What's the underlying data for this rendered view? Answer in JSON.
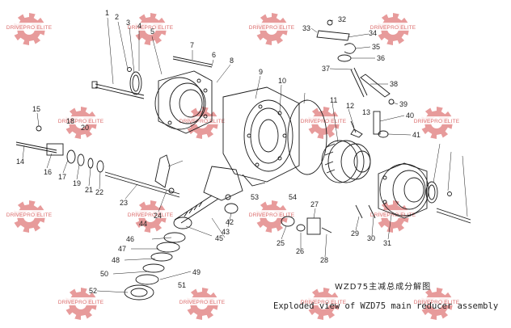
{
  "title": {
    "chinese": "WZD75主减总成分解图",
    "english": "Exploded view of WZD75 main reducer assembly"
  },
  "watermark": {
    "text": "DRIVEPRO ELITE",
    "color": "#e07a7a"
  },
  "part_numbers": [
    "1",
    "2",
    "3",
    "4",
    "5",
    "6",
    "7",
    "8",
    "9",
    "10",
    "11",
    "12",
    "13",
    "14",
    "15",
    "16",
    "17",
    "18",
    "19",
    "20",
    "21",
    "22",
    "23",
    "24",
    "25",
    "26",
    "27",
    "28",
    "29",
    "30",
    "31",
    "32",
    "33",
    "34",
    "35",
    "36",
    "37",
    "38",
    "39",
    "40",
    "41",
    "42",
    "43",
    "44",
    "45",
    "46",
    "47",
    "48",
    "49",
    "50",
    "51",
    "52",
    "53",
    "54"
  ]
}
